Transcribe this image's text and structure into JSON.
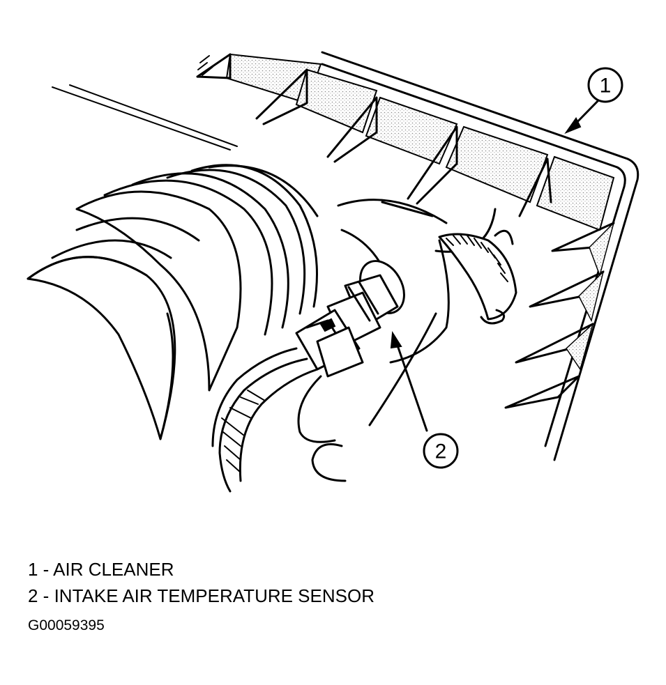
{
  "callouts": [
    {
      "number": "1"
    },
    {
      "number": "2"
    }
  ],
  "legend": [
    {
      "text": "1 - AIR CLEANER"
    },
    {
      "text": "2 - INTAKE AIR TEMPERATURE SENSOR"
    }
  ],
  "figure_id": "G00059395",
  "colors": {
    "ink": "#000000",
    "paper": "#ffffff",
    "stipple": "#c8c8c8"
  }
}
